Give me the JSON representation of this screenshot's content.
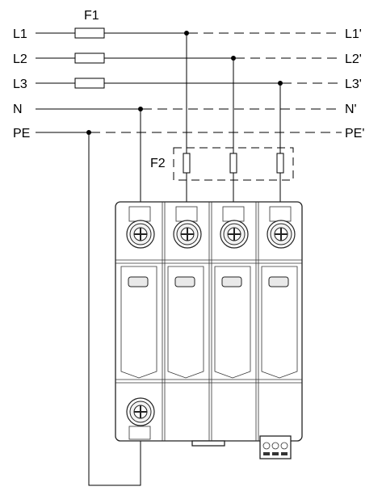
{
  "labels": {
    "fuse_main": "F1",
    "fuse_backup": "F2",
    "in": [
      "L1",
      "L2",
      "L3",
      "N",
      "PE"
    ],
    "out": [
      "L1'",
      "L2'",
      "L3'",
      "N'",
      "PE'"
    ]
  },
  "colors": {
    "line": "#000000",
    "device_outline": "#222222",
    "background": "#ffffff"
  },
  "icons": [
    "fuse-icon",
    "terminal-screw-icon",
    "remote-signal-contact-icon"
  ]
}
